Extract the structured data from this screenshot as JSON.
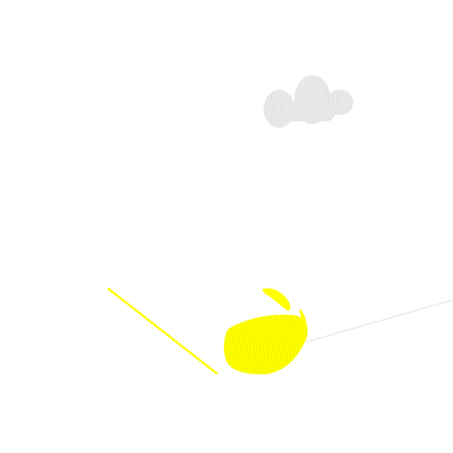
{
  "canvas": {
    "background": "#ffffff"
  },
  "colors": {
    "cloud_fill": "#ececec",
    "cloud_hatch": "#dcdcdc",
    "yellow_fill": "#ffff00",
    "yellow_hatch": "#f2f200",
    "line_yellow": "#ffff00",
    "line_light": "#ebebeb"
  },
  "shapes": [
    {
      "name": "cloud-scribble",
      "kind": "hatched-cloud",
      "color_key": "cloud_fill"
    },
    {
      "name": "yellow-diagonal-line",
      "kind": "line",
      "color_key": "line_yellow"
    },
    {
      "name": "yellow-scribble-blob",
      "kind": "hatched-blob",
      "color_key": "yellow_fill"
    },
    {
      "name": "light-gray-line",
      "kind": "line",
      "color_key": "line_light"
    }
  ]
}
